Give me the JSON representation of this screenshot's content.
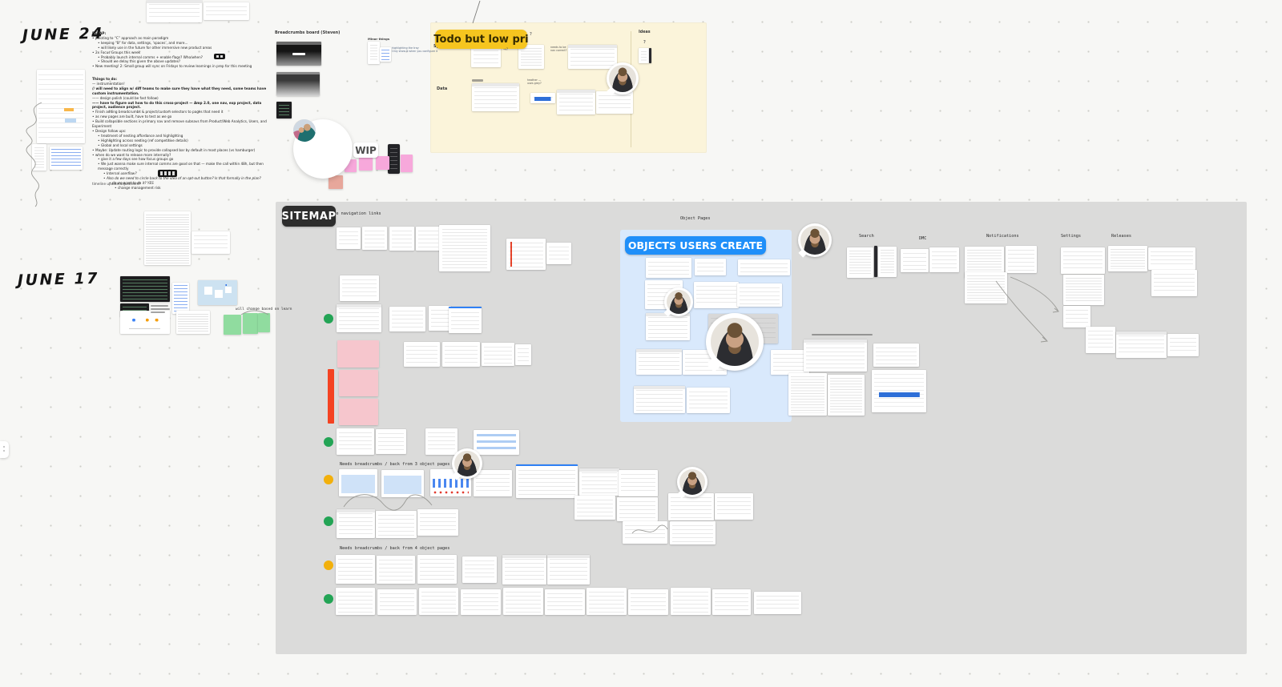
{
  "labels": {
    "june24": "JUNE 24",
    "june17": "JUNE 17",
    "sitemap": "SITEMAP",
    "more_navigation": "More navigation links",
    "object_pages": "Object Pages",
    "objects_users_create": "OBJECTS USERS CREATE",
    "todo_low_pri": "Todo but low pri",
    "wip": "WIP",
    "breadcrumbs_board": "Breadcrumbs board (Steven)",
    "minor_things": "Minor things",
    "spaces": "Spaces",
    "data": "Data",
    "ideas": "Ideas",
    "question_mark": "?",
    "needs_breadcrumbs_3": "Needs breadcrumbs / back from 3 object pages",
    "needs_breadcrumbs_4": "Needs breadcrumbs / back from 4 object pages",
    "will_change": "will change based on learn",
    "timeline_note": "timeline update/adjustment?"
  },
  "columns": [
    "Search",
    "DMC",
    "Notifications",
    "Settings",
    "Releases"
  ],
  "recap_note": {
    "title": "RECAP:",
    "lines": [
      {
        "ind": 0,
        "bul": true,
        "t": "pivoting to “C” approach as main paradigm"
      },
      {
        "ind": 1,
        "bul": true,
        "t": "keeping “B” for data, settings, ‘spaces’, and more..."
      },
      {
        "ind": 1,
        "bul": true,
        "t": "will likely use in the future for other immersive new product areas"
      },
      {
        "ind": 0,
        "bul": true,
        "t": "2x Focus Groups this week"
      },
      {
        "ind": 1,
        "bul": true,
        "t": "Probably launch internal comms + enable flags? Who/when?"
      },
      {
        "ind": 1,
        "bul": true,
        "t": "Should we delay this given the above updates?"
      },
      {
        "ind": 0,
        "bul": true,
        "t": "New meeting! 2: Small group will sync on Fridays to review learnings in prep for this meeting"
      }
    ]
  },
  "todo_note": {
    "title": "Things to do:",
    "lines": [
      {
        "ind": 0,
        "t": "— instrumentation!"
      },
      {
        "ind": 0,
        "bold": true,
        "t": "// will need to align w/ diff teams to make sure they have what they need, some teams have custom instrumentation."
      },
      {
        "ind": 0,
        "t": "—— design polish (could be fast follow)"
      },
      {
        "ind": 0,
        "bold": true,
        "t": "—— have to figure out how to do this cross-project — Amp 2.0, one nav, exp project, data project, audience project."
      },
      {
        "ind": 0,
        "bul": true,
        "t": "Finish adding breadcrumbs & project/custom selectors to pages that need it"
      },
      {
        "ind": 0,
        "bul": true,
        "t": "as new pages are built, have to test as we go"
      },
      {
        "ind": 0,
        "bul": true,
        "t": "Build collapsible sections in primary nav and remove subnavs from Product/Web Analytics, Users, and Experiment"
      },
      {
        "ind": 0,
        "bul": true,
        "t": "Design follow ups:"
      },
      {
        "ind": 1,
        "bul": true,
        "t": "treatment of nesting affordance and highlighting"
      },
      {
        "ind": 1,
        "bul": true,
        "t": "Highlighting across nesting (ref competitive details)"
      },
      {
        "ind": 1,
        "bul": true,
        "t": "Global and local settings"
      },
      {
        "ind": 0,
        "bul": true,
        "t": "Maybe: Update routing logic to provide collapsed bar by default in most places (vs hamburger)"
      },
      {
        "ind": 0,
        "bul": true,
        "t": "when do we want to release more internally?"
      },
      {
        "ind": 1,
        "bul": true,
        "t": "give it a few days see how focus groups go"
      },
      {
        "ind": 1,
        "bul": true,
        "t": "We just wanna make sure internal comms are good on that — make the call within 48h, but then message correctly"
      },
      {
        "ind": 2,
        "bul": true,
        "it": true,
        "t": "Internal userflow?"
      },
      {
        "ind": 2,
        "bul": true,
        "it": true,
        "t": "Also do we need to circle back to the idea of an opt-out button? Is that formally in the plan?"
      },
      {
        "ind": 3,
        "bul": true,
        "it": true,
        "t": "do we want to do it? YES"
      },
      {
        "ind": 4,
        "bul": true,
        "t": "change management risk"
      }
    ]
  },
  "annotations": {
    "nav_correct_1": "needs to be",
    "nav_correct_2": "nav correct?",
    "grey_1": "heather —",
    "grey_2": "uses grey?",
    "minor_1": "highlighting the tray",
    "minor_2": "Only show it when you configure it",
    "arrow_q": "→?"
  },
  "colors": {
    "sitemap_bg": "#dbdbda",
    "blue_panel": "#d9e9fc",
    "accent_blue": "#1f8ff9",
    "todo_yellow": "#f6c51f",
    "note_yellow_bg": "#fbf4da",
    "green_dot": "#23a455",
    "yellow_dot": "#f2b00c",
    "red_bar": "#f44322",
    "pink_sticky": "#f6c6cd",
    "magenta_sticky": "#f7a8db",
    "salmon_sticky": "#e7a79b",
    "green_sticky": "#90dc9f"
  }
}
